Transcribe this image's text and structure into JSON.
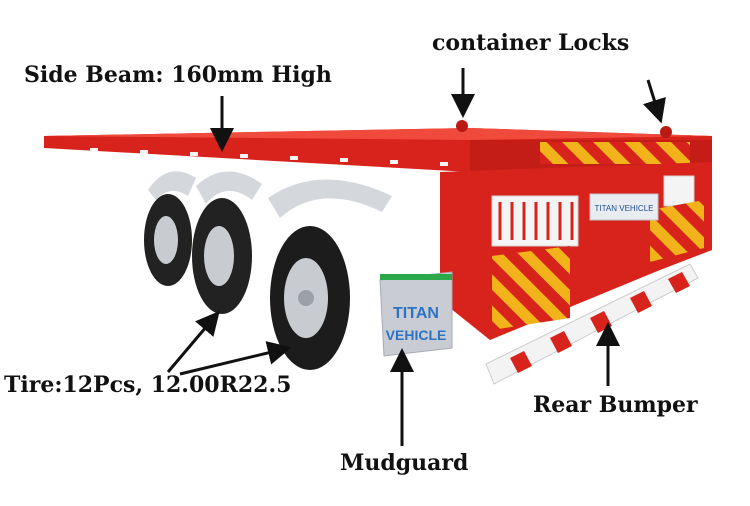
{
  "labels": {
    "side_beam": "Side Beam: 160mm High",
    "container_locks": "container Locks",
    "tire": "Tire:12Pcs, 12.00R22.5",
    "mudguard": "Mudguard",
    "rear_bumper": "Rear Bumper"
  },
  "mudguard_text": {
    "line1": "TITAN",
    "line2": "VEHICLE"
  },
  "rear_plate_text": "TITAN VEHICLE",
  "colors": {
    "trailer_red": "#d8231d",
    "hazard_yellow": "#f2b21a",
    "mudguard_gray": "#c9ccd2",
    "tire_black": "#222222",
    "rim_silver": "#c8ccd0",
    "mudguard_text": "#2b73c4"
  }
}
